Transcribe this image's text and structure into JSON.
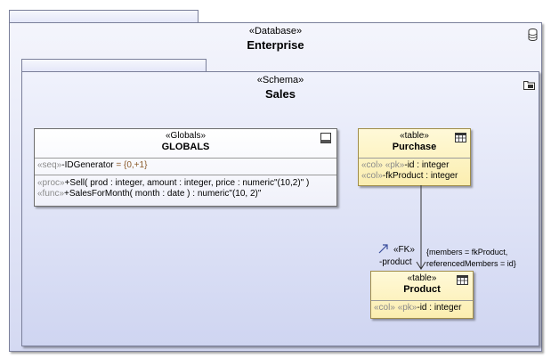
{
  "enterprise": {
    "stereotype": "«Database»",
    "name": "Enterprise",
    "icon": "database-icon"
  },
  "sales": {
    "stereotype": "«Schema»",
    "name": "Sales",
    "icon": "schema-folder-icon"
  },
  "globals": {
    "stereotype": "«Globals»",
    "name": "GLOBALS",
    "icon": "globals-icon",
    "attribute": {
      "stereo": "«seq»",
      "name": "-IDGenerator",
      "value": " = {0,+1}"
    },
    "operations": [
      {
        "stereo": "«proc»",
        "text": "+Sell( prod : integer, amount : integer, price : numeric\"(10,2)\" )"
      },
      {
        "stereo": "«func»",
        "text": "+SalesForMonth( month : date ) : numeric\"(10, 2)\""
      }
    ]
  },
  "purchase": {
    "stereotype": "«table»",
    "name": "Purchase",
    "icon": "table-icon",
    "columns": [
      {
        "stereo1": "«col»",
        "stereo2": "«pk»",
        "text": "-id : integer"
      },
      {
        "stereo1": "«col»",
        "stereo2": "",
        "text": "-fkProduct : integer"
      }
    ]
  },
  "product": {
    "stereotype": "«table»",
    "name": "Product",
    "icon": "table-icon",
    "columns": [
      {
        "stereo1": "«col»",
        "stereo2": "«pk»",
        "text": "-id : integer"
      }
    ]
  },
  "fk_relation": {
    "stereotype": "«FK»",
    "role": "-product",
    "constraint_line1": "{members = fkProduct,",
    "constraint_line2": "referencedMembers = id}",
    "icon": "fk-icon"
  },
  "colors": {
    "package_border": "#7a7f9a",
    "table_fill": "#fbeeb0",
    "stereo_gray": "#8b8b8b",
    "value_brown": "#8a5a2a"
  }
}
